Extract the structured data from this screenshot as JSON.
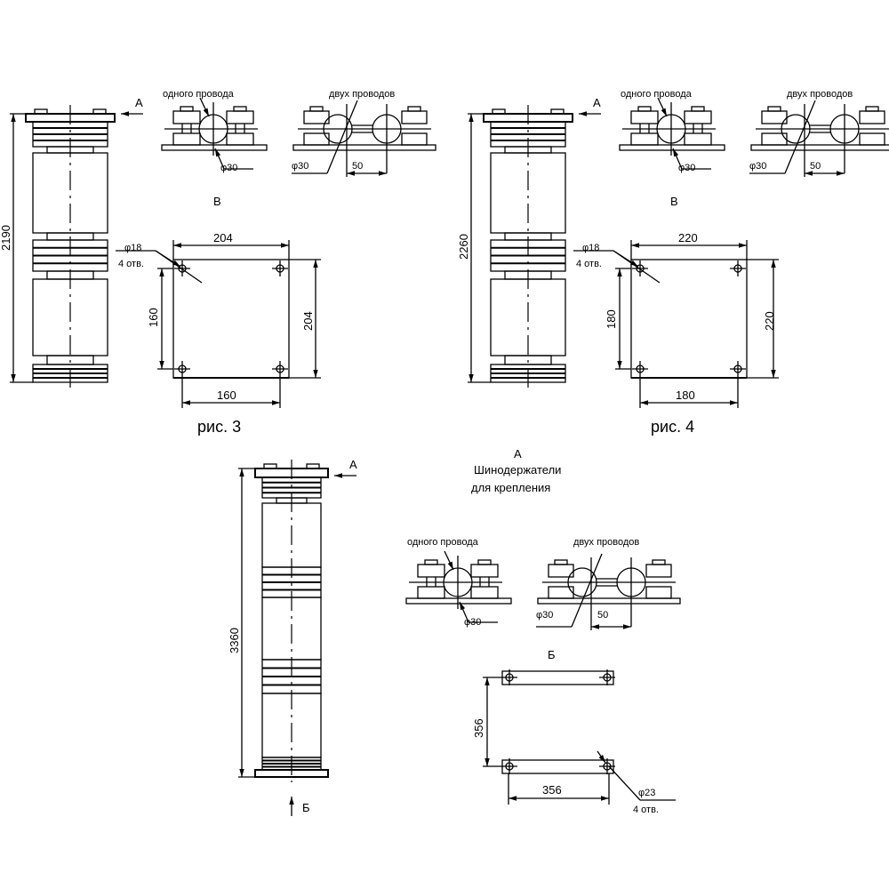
{
  "labels": {
    "view_a": "А",
    "view_b": "В",
    "view_bb": "Б",
    "single_wire": "одного провода",
    "double_wire": "двух проводов",
    "dia30": "φ30",
    "dim50": "50",
    "holes4": "4 отв."
  },
  "fig3": {
    "height": "2190",
    "hole": "φ18",
    "width_outer": "204",
    "height_outer": "204",
    "hole_spacing_v": "160",
    "hole_spacing_h": "160",
    "caption": "рис. 3"
  },
  "fig4": {
    "height": "2260",
    "hole": "φ18",
    "width_outer": "220",
    "height_outer": "220",
    "hole_spacing_v": "180",
    "hole_spacing_h": "180",
    "caption": "рис. 4"
  },
  "fig5": {
    "height": "3360",
    "title_line1": "Шинодержатели",
    "title_line2": "для крепления",
    "spacing_v": "356",
    "spacing_h": "356",
    "hole": "φ23"
  }
}
